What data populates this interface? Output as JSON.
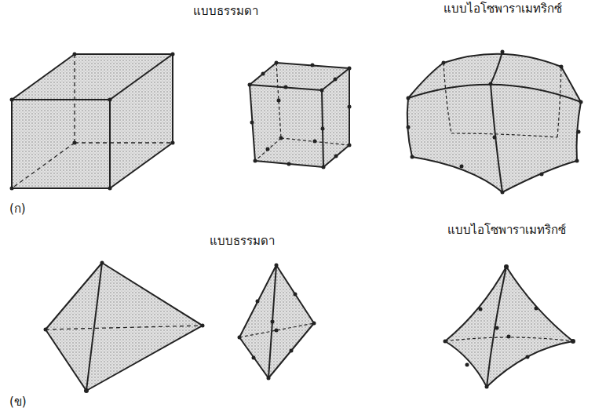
{
  "diagram": {
    "labels": [
      "แบบธรรมดา",
      "แบบไอโซพาราเมทริกซ์",
      "(ก)",
      "แบบธรรมดา",
      "แบบไอโซพาราเมทริกซ์",
      "(ข)"
    ]
  }
}
